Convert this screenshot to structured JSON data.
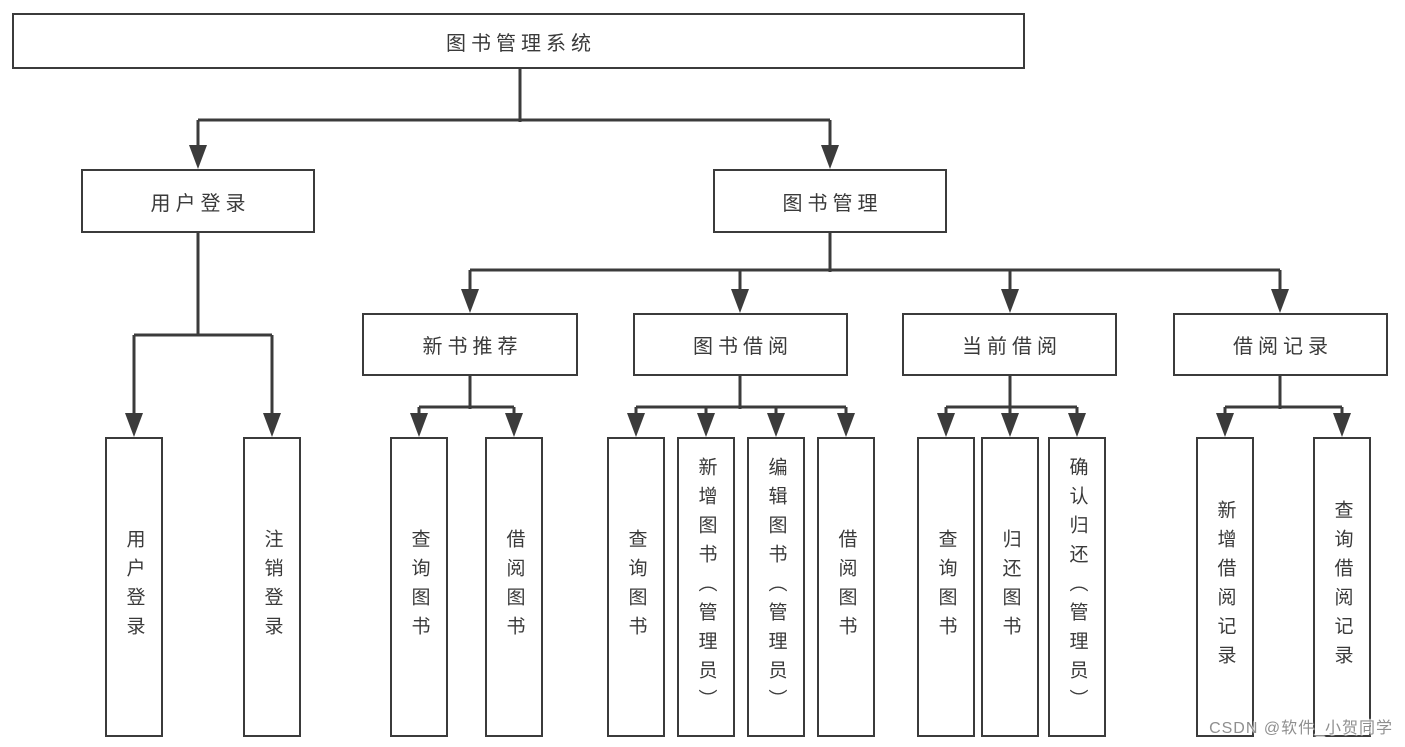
{
  "diagram": {
    "background_color": "#ffffff",
    "line_color": "#3b3b3b",
    "text_color": "#3a3a3a",
    "watermark": {
      "text": "CSDN @软件_小贺同学",
      "color": "#8f8f8f"
    },
    "tree": {
      "label": "图书管理系统",
      "children": [
        {
          "label": "用户登录",
          "children": [
            {
              "label": "用户登录"
            },
            {
              "label": "注销登录"
            }
          ]
        },
        {
          "label": "图书管理",
          "children": [
            {
              "label": "新书推荐",
              "children": [
                {
                  "label": "查询图书"
                },
                {
                  "label": "借阅图书"
                }
              ]
            },
            {
              "label": "图书借阅",
              "children": [
                {
                  "label": "查询图书"
                },
                {
                  "label": "新增图书（管理员）"
                },
                {
                  "label": "编辑图书（管理员）"
                },
                {
                  "label": "借阅图书"
                }
              ]
            },
            {
              "label": "当前借阅",
              "children": [
                {
                  "label": "查询图书"
                },
                {
                  "label": "归还图书"
                },
                {
                  "label": "确认归还（管理员）"
                }
              ]
            },
            {
              "label": "借阅记录",
              "children": [
                {
                  "label": "新增借阅记录"
                },
                {
                  "label": "查询借阅记录"
                }
              ]
            }
          ]
        }
      ]
    }
  }
}
